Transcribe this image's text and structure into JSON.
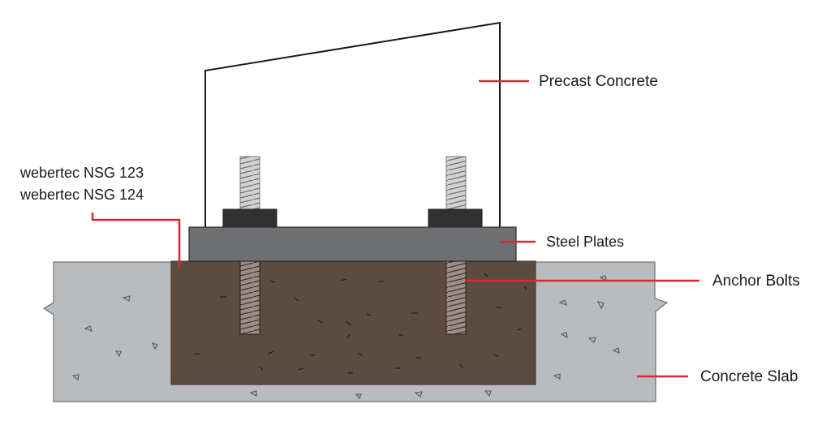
{
  "labels": {
    "precast_concrete": "Precast Concrete",
    "steel_plates": "Steel Plates",
    "anchor_bolts": "Anchor Bolts",
    "concrete_slab": "Concrete Slab",
    "grout_line_1": "webertec NSG 123",
    "grout_line_2": "webertec NSG 124"
  },
  "colors": {
    "leader": "#d42a32",
    "slab": "#b8bcbf",
    "grout": "#5e4b40",
    "plate": "#6d6f71",
    "nut": "#2f3133",
    "bolt": "#c8c8c8",
    "outline": "#1a1a1a"
  }
}
